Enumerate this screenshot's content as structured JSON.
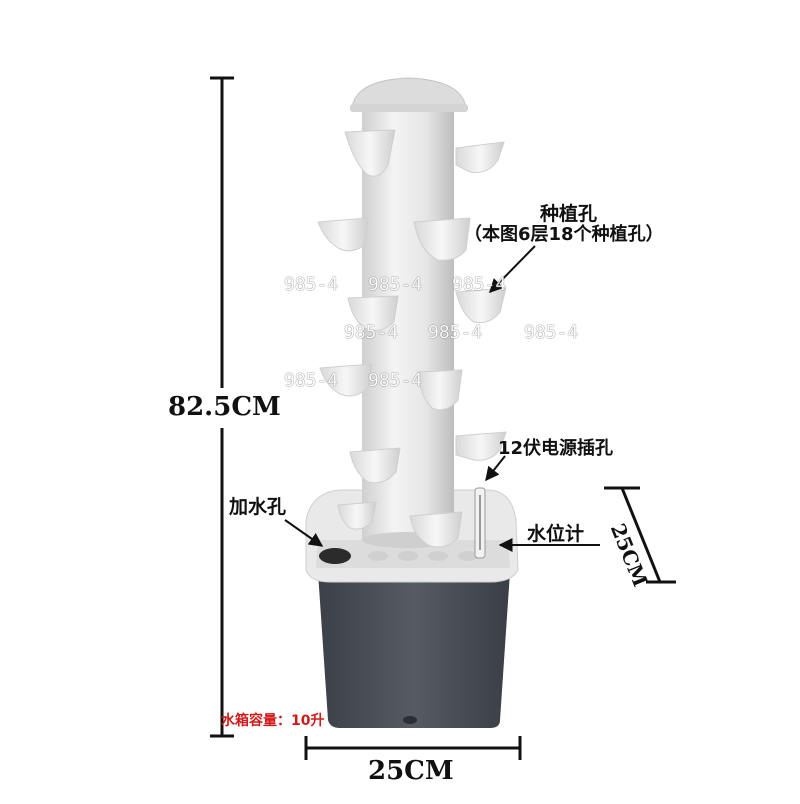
{
  "labels": {
    "planting_holes": "种植孔",
    "planting_holes_detail": "（本图6层18个种植孔）",
    "power_port": "12伏电源插孔",
    "fill_hole": "加水孔",
    "water_gauge": "水位计",
    "tank_capacity": "水箱容量：10升"
  },
  "dimensions": {
    "height": "82.5CM",
    "width": "25CM",
    "depth": "25CM"
  },
  "watermarks": [
    "985-4",
    "985-4",
    "985-4",
    "985-4",
    "985-4",
    "985-4",
    "985-4",
    "985-4"
  ],
  "colors": {
    "tower": "#eeeeee",
    "tank": "#4b5058",
    "capacity_text": "#d11a1a"
  }
}
